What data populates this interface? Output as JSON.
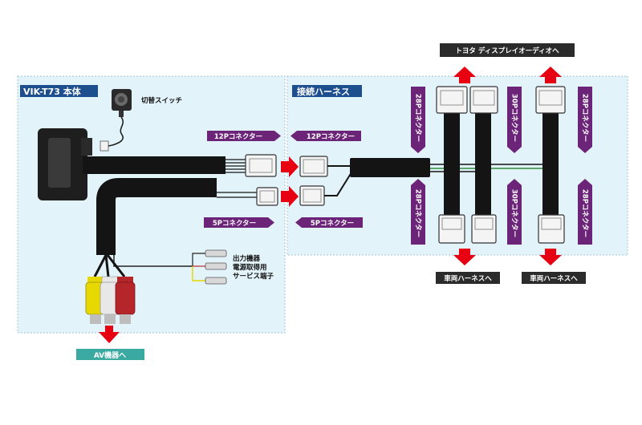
{
  "unit_panel": {
    "title": "VIK-T73 本体",
    "switch_label": "切替スイッチ"
  },
  "harness_panel": {
    "title": "接続ハーネス"
  },
  "labels": {
    "unit_12p": "12Pコネクター",
    "unit_5p": "5Pコネクター",
    "harness_12p": "12Pコネクター",
    "harness_5p": "5Pコネクター",
    "output_line1": "出力機器",
    "output_line2": "電源取得用",
    "output_line3": "サービス端子",
    "av_out": "AV機器へ",
    "display_out": "トヨタ ディスプレイオーディオへ",
    "vehicle_out_1": "車両ハーネスへ",
    "vehicle_out_2": "車両ハーネスへ"
  },
  "connector_tags": {
    "top_left": "28Pコネクター",
    "top_mid": "30Pコネクター",
    "top_right": "28Pコネクター",
    "bottom_left": "28Pコネクター",
    "bottom_mid": "30Pコネクター",
    "bottom_right": "28Pコネクター"
  },
  "colors": {
    "panel_fill": "#e3f3fa",
    "panel_border": "#9fc4d6",
    "title_box": "#1d4f8e",
    "tag_purple": "#6b2478",
    "arrow_red": "#e60012",
    "av_badge": "#3aa9a1",
    "dark_badge": "#2b2b2b",
    "cable": "#141414",
    "rca_yellow": "#e6d800",
    "rca_white": "#e8e8e8",
    "rca_red": "#b5262b",
    "green_wire": "#2e8b3a"
  }
}
